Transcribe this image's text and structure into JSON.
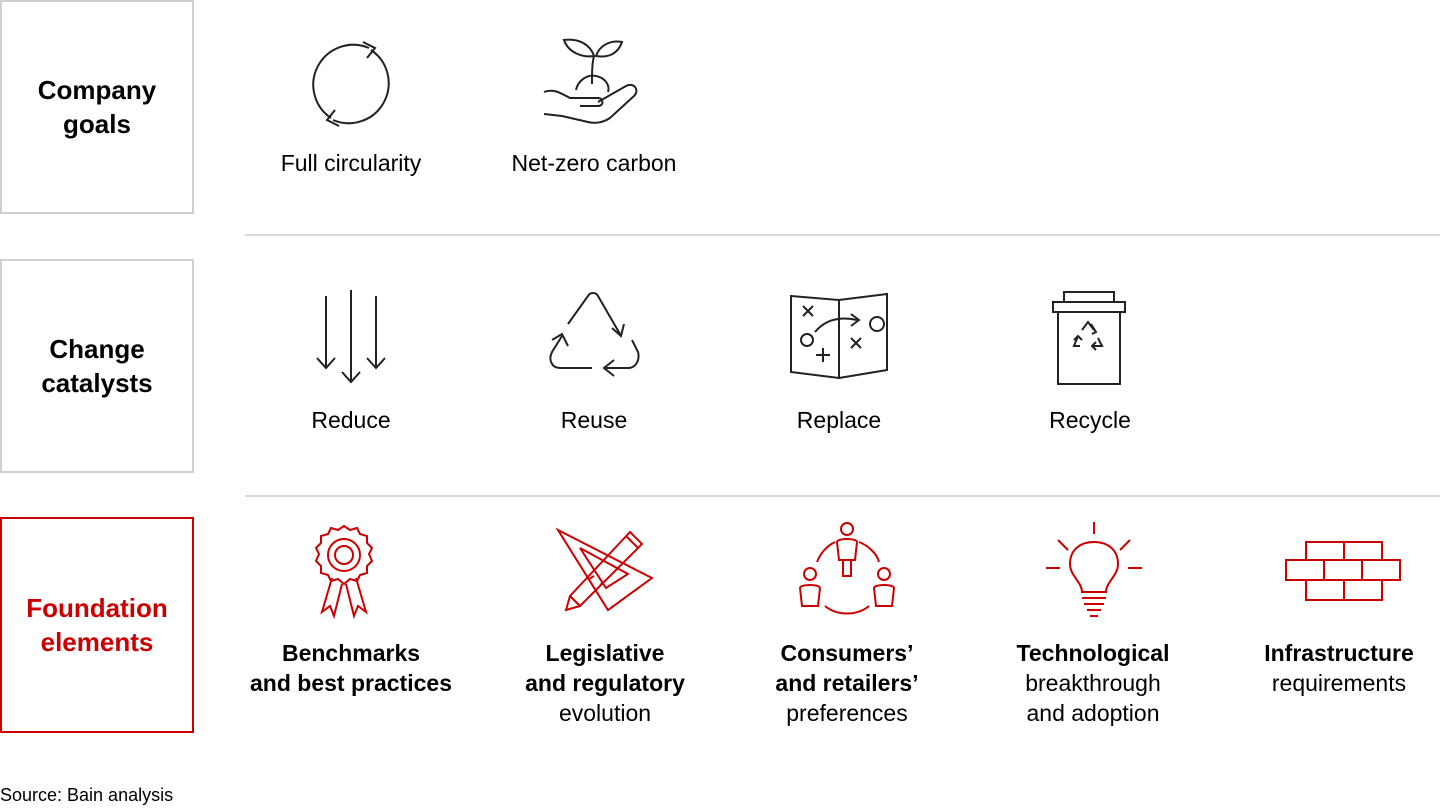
{
  "rows": {
    "goals": {
      "title_line1": "Company",
      "title_line2": "goals",
      "items": [
        {
          "label": "Full circularity",
          "icon": "circular-arrows-icon"
        },
        {
          "label": "Net-zero carbon",
          "icon": "hand-sprout-icon"
        }
      ]
    },
    "catalysts": {
      "title_line1": "Change",
      "title_line2": "catalysts",
      "items": [
        {
          "label": "Reduce",
          "icon": "down-arrows-icon"
        },
        {
          "label": "Reuse",
          "icon": "recycle-triangle-icon"
        },
        {
          "label": "Replace",
          "icon": "strategy-map-icon"
        },
        {
          "label": "Recycle",
          "icon": "recycle-bin-icon"
        }
      ]
    },
    "foundation": {
      "title_line1": "Foundation",
      "title_line2": "elements",
      "items": [
        {
          "line1": "Benchmarks",
          "line2": "and best practices",
          "line3": "",
          "icon": "award-ribbon-icon"
        },
        {
          "line1": "Legislative",
          "line2": "and regulatory",
          "line3": "evolution",
          "icon": "pencil-ruler-icon"
        },
        {
          "line1": "Consumers’",
          "line2": "and retailers’",
          "line3": "preferences",
          "icon": "people-cycle-icon"
        },
        {
          "line1": "Technological",
          "line2": "breakthrough",
          "line3": "and adoption",
          "icon": "lightbulb-icon"
        },
        {
          "line1": "Infrastructure",
          "line2": "requirements",
          "line3": "",
          "icon": "brick-wall-icon"
        }
      ]
    }
  },
  "source": "Source: Bain analysis",
  "colors": {
    "accent": "#cc0000",
    "box_border": "#cfcfcf",
    "separator": "#d9d9d9"
  }
}
